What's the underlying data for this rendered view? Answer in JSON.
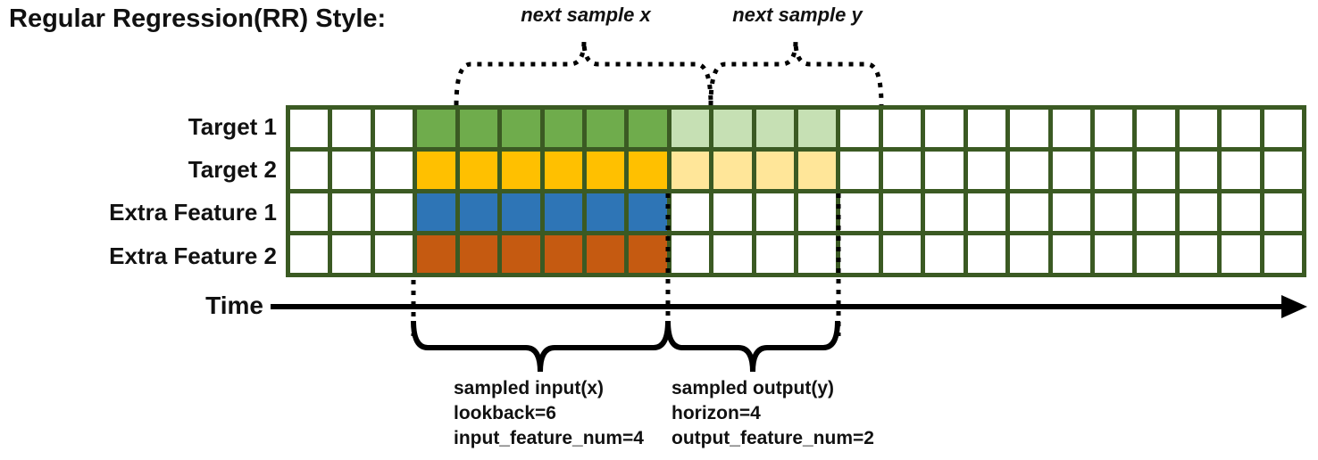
{
  "title": "Regular Regression(RR) Style:",
  "rows": [
    {
      "label": "Target 1",
      "input_color": "#6FAC4C",
      "output_color": "#C6E0B4",
      "has_output": true
    },
    {
      "label": "Target 2",
      "input_color": "#FFC000",
      "output_color": "#FFE699",
      "has_output": true
    },
    {
      "label": "Extra Feature 1",
      "input_color": "#2E75B6",
      "output_color": null,
      "has_output": false
    },
    {
      "label": "Extra Feature 2",
      "input_color": "#C55A11",
      "output_color": null,
      "has_output": false
    }
  ],
  "grid": {
    "columns": 24,
    "rows": 4,
    "input_start_col": 3,
    "input_length": 6,
    "output_start_col": 9,
    "output_length": 4,
    "border_color": "#3B5A23",
    "empty_color": "#FFFFFF"
  },
  "annotations": {
    "next_sample_x": "next sample x",
    "next_sample_y": "next sample y",
    "time_label": "Time",
    "input_block": {
      "line1": "sampled input(x)",
      "line2": "lookback=6",
      "line3": "input_feature_num=4"
    },
    "output_block": {
      "line1": "sampled output(y)",
      "line2": "horizon=4",
      "line3": "output_feature_num=2"
    }
  },
  "colors": {
    "line_color": "#000000",
    "text_color": "#111111"
  }
}
